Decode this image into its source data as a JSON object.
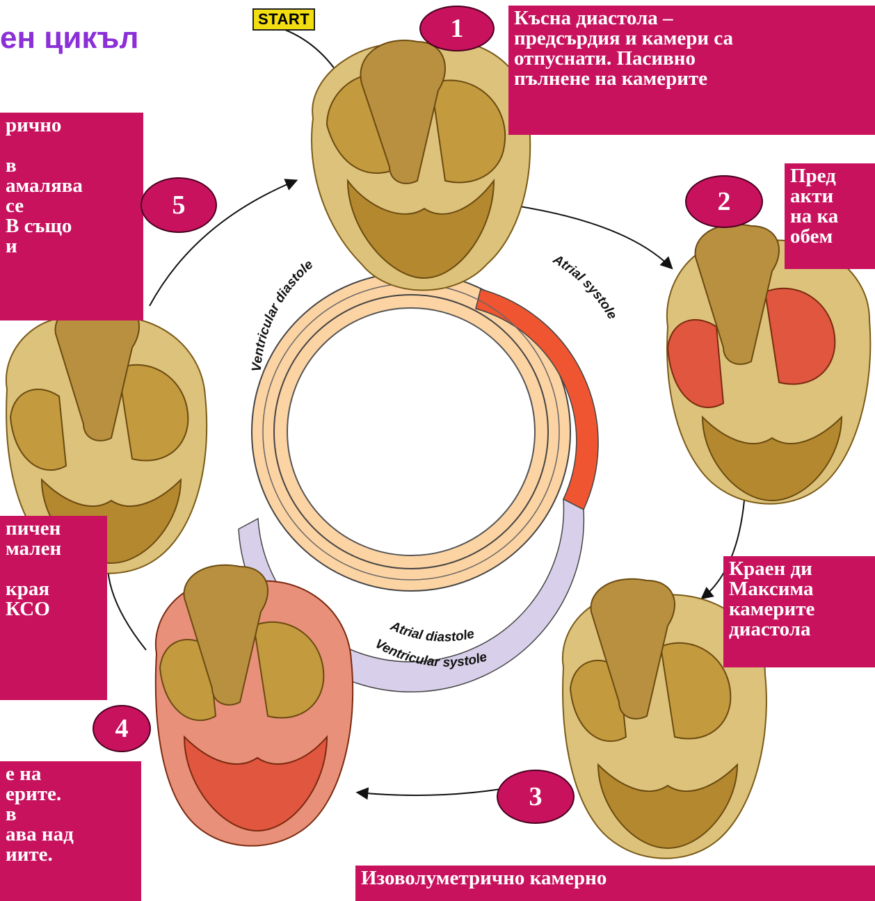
{
  "title": "ен цикъл",
  "start_label": "START",
  "steps": [
    {
      "number": "1",
      "lines": [
        "Късна диастола –",
        "предсърдия и камери са",
        "отпуснати. Пасивно",
        "пълнене на камерите"
      ]
    },
    {
      "number": "2",
      "lines": [
        "Пред",
        "акти",
        "на ка",
        "обем"
      ]
    },
    {
      "number": "3",
      "lines": [
        "Краен ди",
        "Максима",
        "камерите",
        "диастола"
      ]
    },
    {
      "number": "4",
      "lines": [
        "е на",
        "ерите.",
        "в",
        "ава над",
        "иите."
      ]
    },
    {
      "number": "5",
      "lines": [
        "рично",
        "",
        "в",
        "амалява",
        "се",
        "В също",
        "и"
      ]
    }
  ],
  "left_mid_box": {
    "lines": [
      "пичен",
      "мален",
      "",
      "края",
      "КСО"
    ]
  },
  "bottom_box": {
    "lines": [
      "Изоволуметрично камерно"
    ]
  },
  "ring": {
    "ventricular_diastole": "Ventricular diastole",
    "atrial_systole": "Atrial systole",
    "atrial_diastole": "Atrial diastole",
    "ventricular_systole": "Ventricular systole"
  },
  "colors": {
    "box": "#c8125e",
    "title": "#8b2fd6",
    "ring_outer": "#fcd3a3",
    "atrial_systole": "#ee5530",
    "ventricular_systole": "#d8d0ea",
    "heart": "#c8a24a",
    "contracting": "#e0563f"
  }
}
